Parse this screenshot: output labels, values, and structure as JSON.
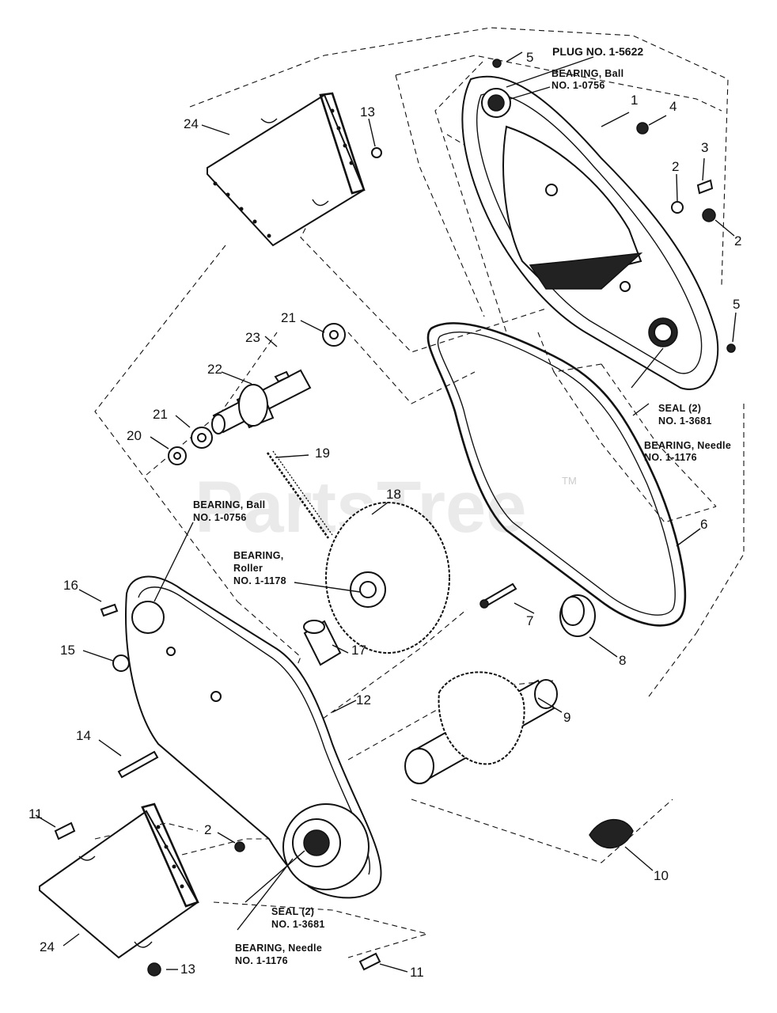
{
  "watermark": {
    "text": "PartsTree",
    "tm": "TM"
  },
  "notes": {
    "plug": "PLUG NO. 1-5622",
    "ball_top": [
      "BEARING, Ball",
      "NO. 1-0756"
    ],
    "seal_right": [
      "SEAL (2)",
      "NO. 1-3681"
    ],
    "needle_right": [
      "BEARING, Needle",
      "NO. 1-1176"
    ],
    "ball_left": [
      "BEARING, Ball",
      "NO. 1-0756"
    ],
    "roller": [
      "BEARING,",
      "Roller",
      "NO. 1-1178"
    ],
    "seal_bottom": [
      "SEAL (2)",
      "NO. 1-3681"
    ],
    "needle_bottom": [
      "BEARING, Needle",
      "NO. 1-1176"
    ]
  },
  "callouts": {
    "c1": "1",
    "c2a": "2",
    "c2b": "2",
    "c2c": "2",
    "c3": "3",
    "c4": "4",
    "c5a": "5",
    "c5b": "5",
    "c6": "6",
    "c7": "7",
    "c8": "8",
    "c9": "9",
    "c10": "10",
    "c11a": "11",
    "c11b": "11",
    "c12": "12",
    "c13a": "13",
    "c13b": "13",
    "c14": "14",
    "c15": "15",
    "c16": "16",
    "c17": "17",
    "c18": "18",
    "c19": "19",
    "c20": "20",
    "c21a": "21",
    "c21b": "21",
    "c22": "22",
    "c23": "23",
    "c24a": "24",
    "c24b": "24"
  }
}
